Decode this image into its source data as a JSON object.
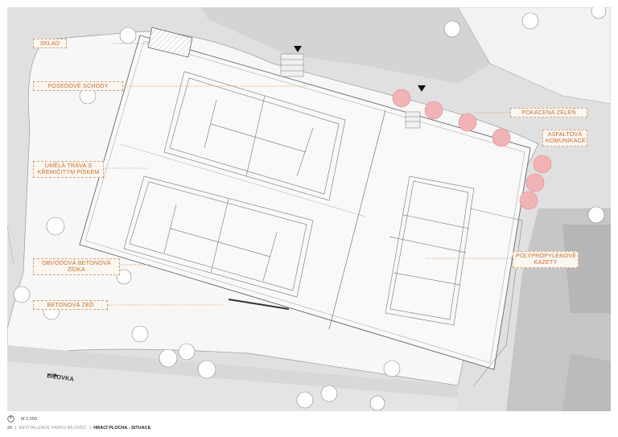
{
  "labels": {
    "sklad": "SKLAD",
    "posedove_schody": "POSEDOVÉ SCHODY",
    "umela_trava": "UMĚLÁ TRÁVA S\nKŘEMIČITÝM PÍSKEM",
    "obvodova_zidka": "OBVODOVÁ BETONOVÁ\nZÍDKA",
    "betonova_zed": "BETONOVÁ ZEĎ",
    "pokacena_zelen": "POKÁCENÁ ZELEŇ",
    "asfaltova_komunikace": "ASFALTOVÁ\nKOMUNIKACE",
    "polypropylenove_kazety": "POLYPROPYLENOVÉ\nKAZETY"
  },
  "street_name": "BÍLOVKA",
  "scale": "M 1:200",
  "footer": {
    "page_number": "20",
    "project": "REVITALIZACE PARKU BÍLOVEC",
    "separator": "|",
    "sheet_title": "HRACÍ PLOCHA - SITUACE"
  },
  "colors": {
    "label_text": "#c8702e",
    "label_border": "#d9a57c",
    "felled_tree": "#f2b3b6",
    "road": "#dcdcdc",
    "lawn": "#f6f6f6"
  }
}
